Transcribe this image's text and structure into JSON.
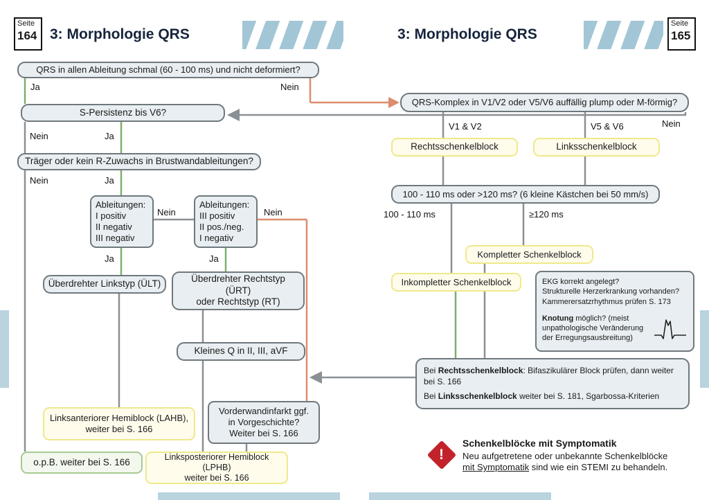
{
  "palette": {
    "accent_blue": "#a3c6d6",
    "bar_blue": "#b9d3df",
    "line_gray": "#8a9094",
    "line_green": "#7fae6e",
    "line_salmon": "#dd8c6d",
    "box_fill": "#e8eef1",
    "box_border": "#6f787d",
    "yellow_border": "#efe98a",
    "green_border": "#a6c993",
    "warning_red": "#c2232a",
    "title_navy": "#16243c"
  },
  "left_page": {
    "seite_word": "Seite",
    "page_number": "164",
    "title": "3: Morphologie QRS",
    "nodes": {
      "q_schmal": "QRS in allen Ableitung schmal (60 - 100 ms) und nicht deformiert?",
      "s_persistenz": "S-Persistenz bis V6?",
      "traeger": "Träger oder kein R-Zuwachs in Brustwandableitungen?",
      "abl_links": "Ableitungen:\nI positiv\nII negativ\nIII negativ",
      "abl_rechts": "Ableitungen:\nIII positiv\nII pos./neg.\nI negativ",
      "uelt": "Überdrehter Linkstyp (ÜLT)",
      "uert": "Überdrehter Rechtstyp (ÜRT)\noder Rechtstyp (RT)",
      "kleines_q": "Kleines Q in II, III, aVF",
      "lahb": "Linksanteriorer Hemiblock (LAHB),\nweiter bei S. 166",
      "vorderwand": "Vorderwandinfarkt ggf.\nin Vorgeschichte?\nWeiter bei S. 166",
      "opb": "o.p.B. weiter bei S. 166",
      "lphb": "Linksposteriorer Hemiblock (LPHB)\nweiter bei S. 166"
    },
    "labels": {
      "ja": "Ja",
      "nein": "Nein"
    }
  },
  "right_page": {
    "seite_word": "Seite",
    "page_number": "165",
    "title": "3: Morphologie QRS",
    "nodes": {
      "q_plump": "QRS-Komplex in V1/V2 oder V5/V6 auffällig plump oder M-förmig?",
      "rsb": "Rechtsschenkelblock",
      "lsb": "Linksschenkelblock",
      "ms": "100 - 110 ms oder >120 ms? (6 kleine Kästchen bei 50 mm/s)",
      "inkomplett": "Inkompletter Schenkelblock",
      "komplett": "Kompletter Schenkelblock",
      "info": {
        "l1": "EKG korrekt angelegt?",
        "l2": "Strukturelle Herzerkrankung vorhanden?",
        "l3": "Kammerersatzrhythmus prüfen S. 173",
        "p2_bold": "Knotung",
        "p2_rest": " möglich? (meist\nunpathologische Veränderung\nder Erregungsausbreitung)"
      },
      "bei": {
        "p1_pre": "Bei ",
        "p1_bold": "Rechtsschenkelblock",
        "p1_post": ": Bifaszikulärer Block prüfen, dann weiter bei S. 166",
        "p2_pre": "Bei ",
        "p2_bold": "Linksschenkelblock",
        "p2_post": " weiter bei S. 181, Sgarbossa-Kriterien"
      }
    },
    "labels": {
      "v12": "V1 & V2",
      "v56": "V5 & V6",
      "nein": "Nein",
      "ms1": "100 - 110 ms",
      "ms2": "≥120 ms"
    },
    "warning": {
      "mark": "!",
      "title": "Schenkelblöcke mit Symptomatik",
      "line2": "Neu aufgetretene oder unbekannte Schenkelblöcke",
      "line3_underline": "mit Symptomatik",
      "line3_rest": " sind wie ein STEMI zu behandeln."
    }
  }
}
